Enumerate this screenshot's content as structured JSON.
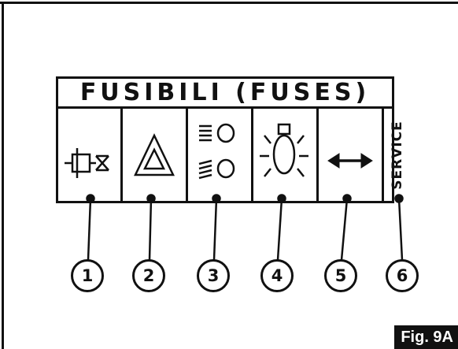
{
  "title": "FUSIBILI (FUSES)",
  "service_label": "SERVICE",
  "figure_label": "Fig. 9A",
  "fuses": [
    {
      "number": "1",
      "icon": "relay-coil-icon"
    },
    {
      "number": "2",
      "icon": "hazard-warning-triangle-icon"
    },
    {
      "number": "3",
      "icon": "headlight-beams-icon"
    },
    {
      "number": "4",
      "icon": "interior-lamp-icon"
    },
    {
      "number": "5",
      "icon": "direction-indicator-arrows-icon"
    },
    {
      "number": "6",
      "icon": "service-icon"
    }
  ],
  "colors": {
    "ink": "#111111",
    "background": "#ffffff",
    "figure_label_text": "#ffffff"
  }
}
